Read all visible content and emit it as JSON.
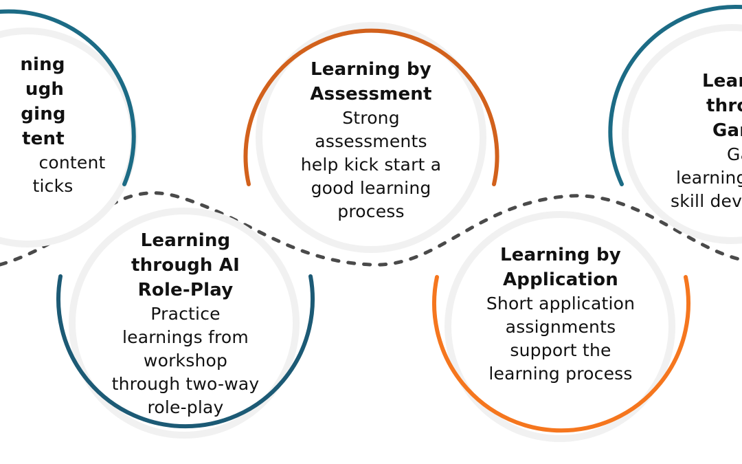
{
  "colors": {
    "teal": "#1c6b85",
    "burnt_orange": "#d2611c",
    "orange": "#f5761e",
    "dash": "#4a4a4a",
    "circle_fill": "#ffffff"
  },
  "nodes": [
    {
      "id": "engaging",
      "title": "Learning through Engaging Content",
      "visible_title_lines": [
        "ning",
        "ugh",
        "ging",
        "tent"
      ],
      "visible_desc_lines": [
        "content",
        "ticks"
      ],
      "ring_color": "#1c6b85"
    },
    {
      "id": "ai-roleplay",
      "title_lines": [
        "Learning",
        "through AI",
        "Role-Play"
      ],
      "desc_lines": [
        "Practice",
        "learnings from",
        "workshop",
        "through two-way",
        "role-play"
      ],
      "ring_color": "#1c5a75"
    },
    {
      "id": "assessment",
      "title_lines": [
        "Learning by",
        "Assessment"
      ],
      "desc_lines": [
        "Strong",
        "assessments",
        "help kick start a",
        "good learning",
        "process"
      ],
      "ring_color": "#d2611c"
    },
    {
      "id": "application",
      "title_lines": [
        "Learning by",
        "Application"
      ],
      "desc_lines": [
        "Short application",
        "assignments",
        "support the",
        "learning process"
      ],
      "ring_color": "#f5761e"
    },
    {
      "id": "games",
      "visible_title_lines": [
        "Lear",
        "thro",
        "Gar"
      ],
      "visible_desc_lines": [
        "Gam",
        "learning",
        "skill deve"
      ],
      "ring_color": "#1c6b85"
    }
  ]
}
